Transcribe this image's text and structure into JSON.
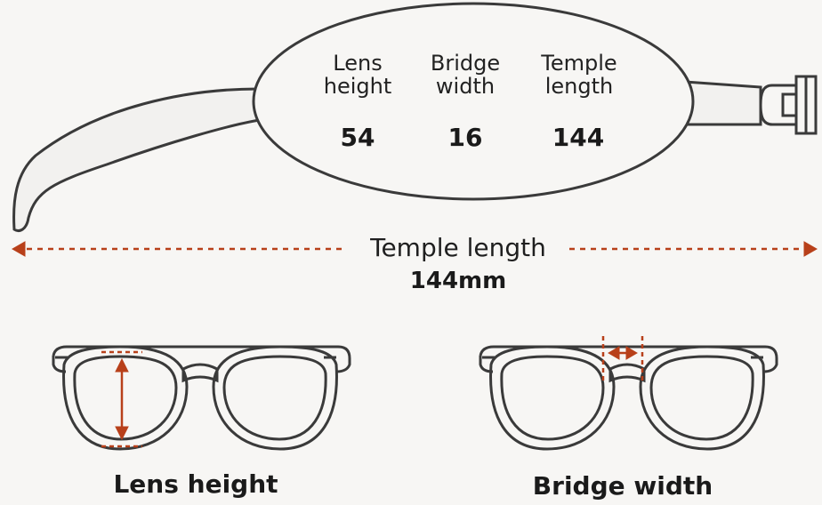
{
  "measurements": [
    {
      "label_line1": "Lens",
      "label_line2": "height",
      "value": "54"
    },
    {
      "label_line1": "Bridge",
      "label_line2": "width",
      "value": "16"
    },
    {
      "label_line1": "Temple",
      "label_line2": "length",
      "value": "144"
    }
  ],
  "temple_arrow": {
    "label": "Temple length",
    "value": "144mm"
  },
  "diagrams": {
    "lens_height_caption": "Lens height",
    "bridge_width_caption": "Bridge width"
  },
  "colors": {
    "outline": "#3a3a3a",
    "accent": "#b8401a",
    "background": "#f7f6f4"
  }
}
